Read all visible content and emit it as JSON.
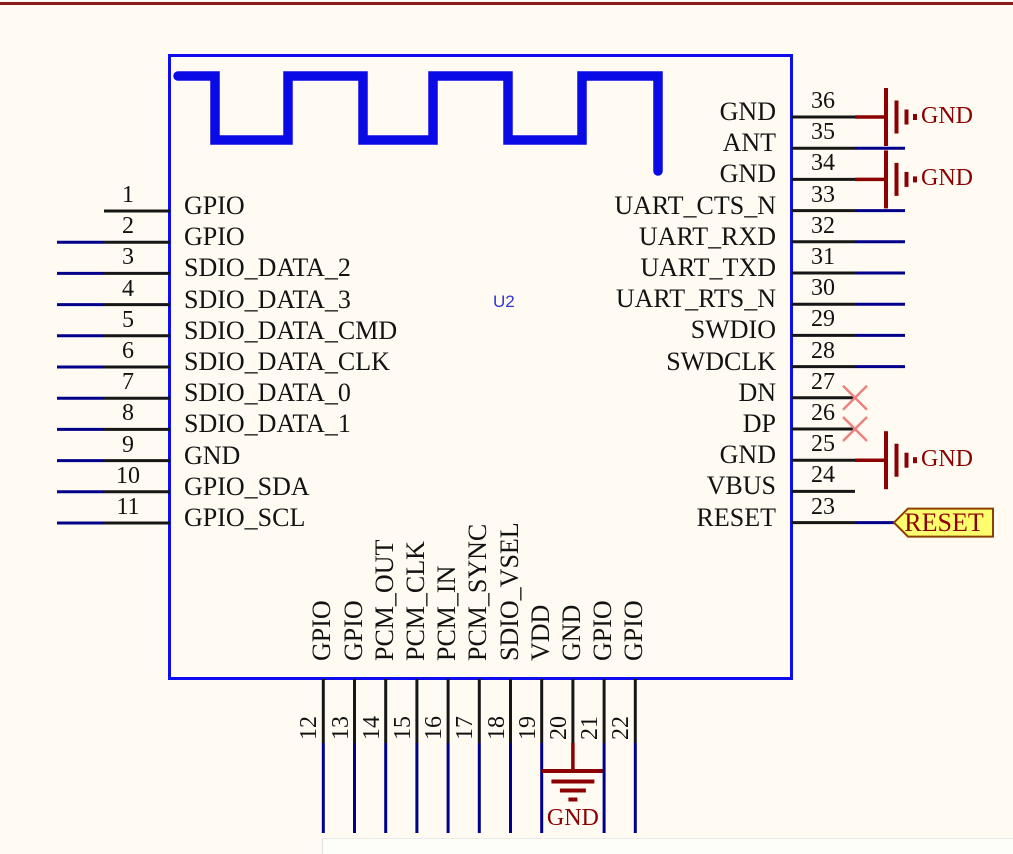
{
  "sheet": {
    "background": "#fffbf3",
    "border_color": "#8b1a1a"
  },
  "component": {
    "designator": "U2",
    "outline_color": "#0d0df0",
    "antenna_color": "#0a0ae6",
    "pins": {
      "left": [
        {
          "number": "1",
          "name": "GPIO",
          "connection": "none"
        },
        {
          "number": "2",
          "name": "GPIO",
          "connection": "net"
        },
        {
          "number": "3",
          "name": "SDIO_DATA_2",
          "connection": "net"
        },
        {
          "number": "4",
          "name": "SDIO_DATA_3",
          "connection": "net"
        },
        {
          "number": "5",
          "name": "SDIO_DATA_CMD",
          "connection": "net"
        },
        {
          "number": "6",
          "name": "SDIO_DATA_CLK",
          "connection": "net"
        },
        {
          "number": "7",
          "name": "SDIO_DATA_0",
          "connection": "net"
        },
        {
          "number": "8",
          "name": "SDIO_DATA_1",
          "connection": "net"
        },
        {
          "number": "9",
          "name": "GND",
          "connection": "net"
        },
        {
          "number": "10",
          "name": "GPIO_SDA",
          "connection": "net"
        },
        {
          "number": "11",
          "name": "GPIO_SCL",
          "connection": "net"
        }
      ],
      "right": [
        {
          "number": "36",
          "name": "GND",
          "connection": "gnd"
        },
        {
          "number": "35",
          "name": "ANT",
          "connection": "net"
        },
        {
          "number": "34",
          "name": "GND",
          "connection": "gnd"
        },
        {
          "number": "33",
          "name": "UART_CTS_N",
          "connection": "net"
        },
        {
          "number": "32",
          "name": "UART_RXD",
          "connection": "net"
        },
        {
          "number": "31",
          "name": "UART_TXD",
          "connection": "net"
        },
        {
          "number": "30",
          "name": "UART_RTS_N",
          "connection": "net"
        },
        {
          "number": "29",
          "name": "SWDIO",
          "connection": "net"
        },
        {
          "number": "28",
          "name": "SWDCLK",
          "connection": "net"
        },
        {
          "number": "27",
          "name": "DN",
          "connection": "nc"
        },
        {
          "number": "26",
          "name": "DP",
          "connection": "nc"
        },
        {
          "number": "25",
          "name": "GND",
          "connection": "gnd"
        },
        {
          "number": "24",
          "name": "VBUS",
          "connection": "none"
        },
        {
          "number": "23",
          "name": "RESET",
          "connection": "label"
        }
      ],
      "bottom": [
        {
          "number": "12",
          "name": "GPIO",
          "connection": "net"
        },
        {
          "number": "13",
          "name": "GPIO",
          "connection": "net"
        },
        {
          "number": "14",
          "name": "PCM_OUT",
          "connection": "net"
        },
        {
          "number": "15",
          "name": "PCM_CLK",
          "connection": "net"
        },
        {
          "number": "16",
          "name": "PCM_IN",
          "connection": "net"
        },
        {
          "number": "17",
          "name": "PCM_SYNC",
          "connection": "net"
        },
        {
          "number": "18",
          "name": "SDIO_VSEL",
          "connection": "net"
        },
        {
          "number": "19",
          "name": "VDD",
          "connection": "net"
        },
        {
          "number": "20",
          "name": "GND",
          "connection": "gnd"
        },
        {
          "number": "21",
          "name": "GPIO",
          "connection": "net"
        },
        {
          "number": "22",
          "name": "GPIO",
          "connection": "net"
        }
      ]
    }
  },
  "power_symbols": {
    "gnd_label": "GND",
    "color": "#8b0000"
  },
  "net_labels": {
    "reset": {
      "text": "RESET",
      "fill": "#ffff6e",
      "border": "#8b4000",
      "text_color": "#8b0000"
    }
  },
  "no_connect": {
    "color": "#ef8080"
  },
  "wires": {
    "net_color": "#00008b",
    "pin_color": "#161616"
  }
}
